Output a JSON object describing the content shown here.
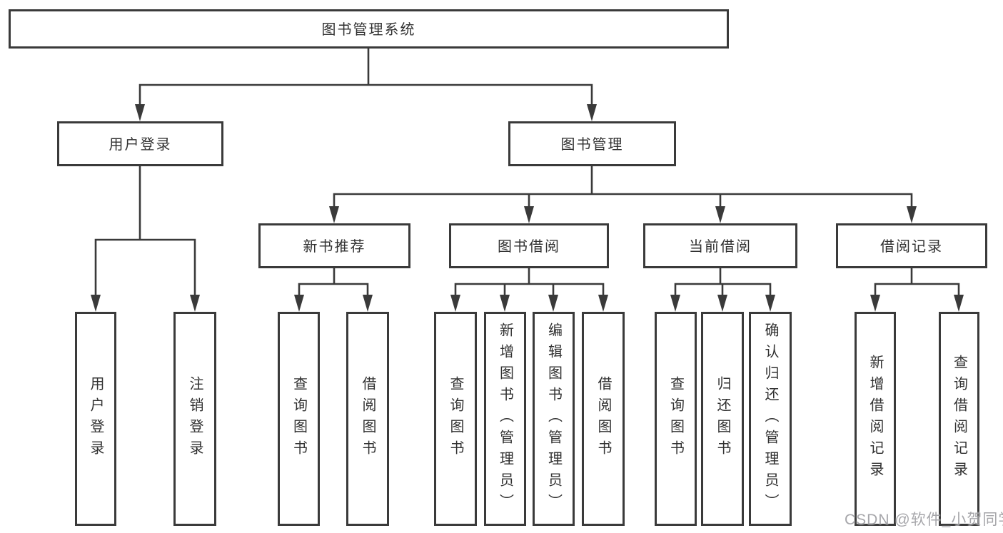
{
  "colors": {
    "line": "#3a3a3a",
    "box_border": "#3a3a3a",
    "text": "#313131",
    "background": "#ffffff",
    "watermark": "#96969b"
  },
  "nodes": {
    "root": "图书管理系统",
    "level2": [
      "用户登录",
      "图书管理"
    ],
    "level3": [
      "新书推荐",
      "图书借阅",
      "当前借阅",
      "借阅记录"
    ],
    "leaves": [
      "用户登录",
      "注销登录",
      "查询图书",
      "借阅图书",
      "查询图书",
      "新增图书（管理员）",
      "编辑图书（管理员）",
      "借阅图书",
      "查询图书",
      "归还图书",
      "确认归还（管理员）",
      "新增借阅记录",
      "查询借阅记录"
    ]
  },
  "watermark": "CSDN @软件_小贺同学"
}
